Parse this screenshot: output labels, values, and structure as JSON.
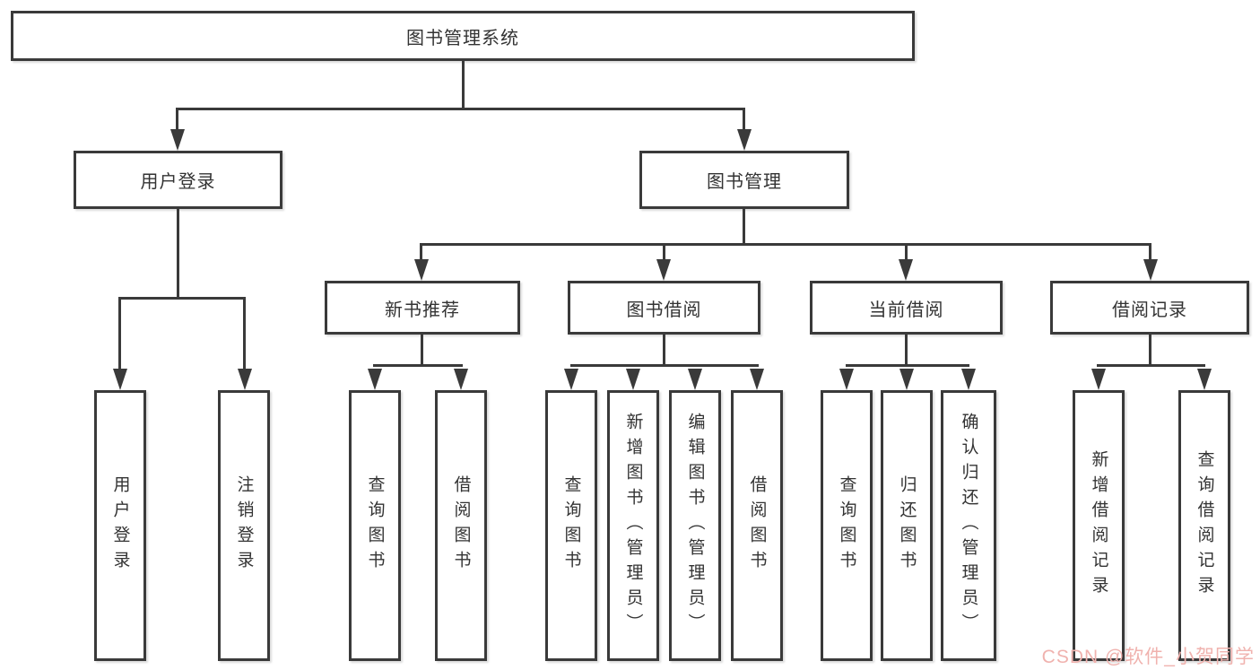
{
  "diagram": {
    "root": "图书管理系统",
    "level1": {
      "user_login": "用户登录",
      "book_mgmt": "图书管理"
    },
    "level2": {
      "new_books": "新书推荐",
      "book_borrow": "图书借阅",
      "current_borrow": "当前借阅",
      "borrow_records": "借阅记录"
    },
    "leaves": {
      "user_login": [
        "用户登录",
        "注销登录"
      ],
      "new_books": [
        "查询图书",
        "借阅图书"
      ],
      "book_borrow": [
        "查询图书",
        "新增图书（管理员）",
        "编辑图书（管理员）",
        "借阅图书"
      ],
      "current_borrow": [
        "查询图书",
        "归还图书",
        "确认归还（管理员）"
      ],
      "borrow_records": [
        "新增借阅记录",
        "查询借阅记录"
      ]
    },
    "watermark": "CSDN @软件_小贺同学",
    "colors": {
      "line": "#3a3a3a",
      "text": "#333333",
      "watermark": "#f0b2ae"
    }
  }
}
